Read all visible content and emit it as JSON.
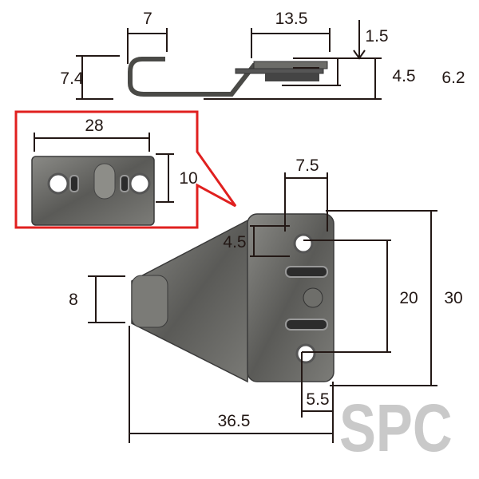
{
  "side_view": {
    "hook_width": "7",
    "hook_height": "7.4",
    "plate_length": "13.5",
    "plate_thickness": "1.5",
    "plate_offset": "4.5",
    "total_height": "6.2"
  },
  "detail_callout": {
    "width": "28",
    "height": "10",
    "border_color": "#e0201f"
  },
  "front_view": {
    "hole_offset_x": "7.5",
    "hole_diameter": "4.5",
    "hole_pitch": "20",
    "plate_height": "30",
    "hook_height": "8",
    "hole_offset_edge": "5.5",
    "total_length": "36.5"
  },
  "watermark": "SPC"
}
